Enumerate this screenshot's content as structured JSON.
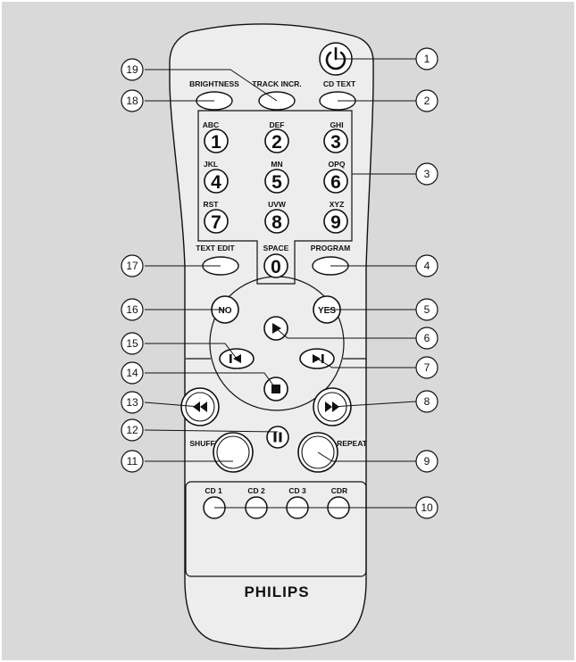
{
  "colors": {
    "frame": "#d9d9d9",
    "remote_body": "#ededed",
    "stroke": "#111111",
    "button_fill": "#ffffff"
  },
  "icons": {
    "power": "power-icon",
    "play": "play-icon",
    "prev": "skip-previous-icon",
    "next": "skip-next-icon",
    "stop": "stop-icon",
    "rewind": "rewind-icon",
    "fast_forward": "fast-forward-icon",
    "pause": "pause-icon"
  },
  "labels": {
    "brightness": "BRIGHTNESS",
    "track_incr": "TRACK INCR.",
    "cd_text": "CD TEXT",
    "text_edit": "TEXT EDIT",
    "space": "SPACE",
    "program": "PROGRAM",
    "no": "NO",
    "yes": "YES",
    "shuffle": "SHUFFLE",
    "repeat": "REPEAT",
    "cd1": "CD 1",
    "cd2": "CD 2",
    "cd3": "CD 3",
    "cdr": "CDR",
    "brand": "PHILIPS"
  },
  "keypad": [
    {
      "letters": "ABC",
      "digit": "1"
    },
    {
      "letters": "DEF",
      "digit": "2"
    },
    {
      "letters": "GHI",
      "digit": "3"
    },
    {
      "letters": "JKL",
      "digit": "4"
    },
    {
      "letters": "MN",
      "digit": "5"
    },
    {
      "letters": "OPQ",
      "digit": "6"
    },
    {
      "letters": "RST",
      "digit": "7"
    },
    {
      "letters": "UVW",
      "digit": "8"
    },
    {
      "letters": "XYZ",
      "digit": "9"
    }
  ],
  "zero_digit": "0",
  "callouts": {
    "c1": "1",
    "c2": "2",
    "c3": "3",
    "c4": "4",
    "c5": "5",
    "c6": "6",
    "c7": "7",
    "c8": "8",
    "c9": "9",
    "c10": "10",
    "c11": "11",
    "c12": "12",
    "c13": "13",
    "c14": "14",
    "c15": "15",
    "c16": "16",
    "c17": "17",
    "c18": "18",
    "c19": "19"
  }
}
